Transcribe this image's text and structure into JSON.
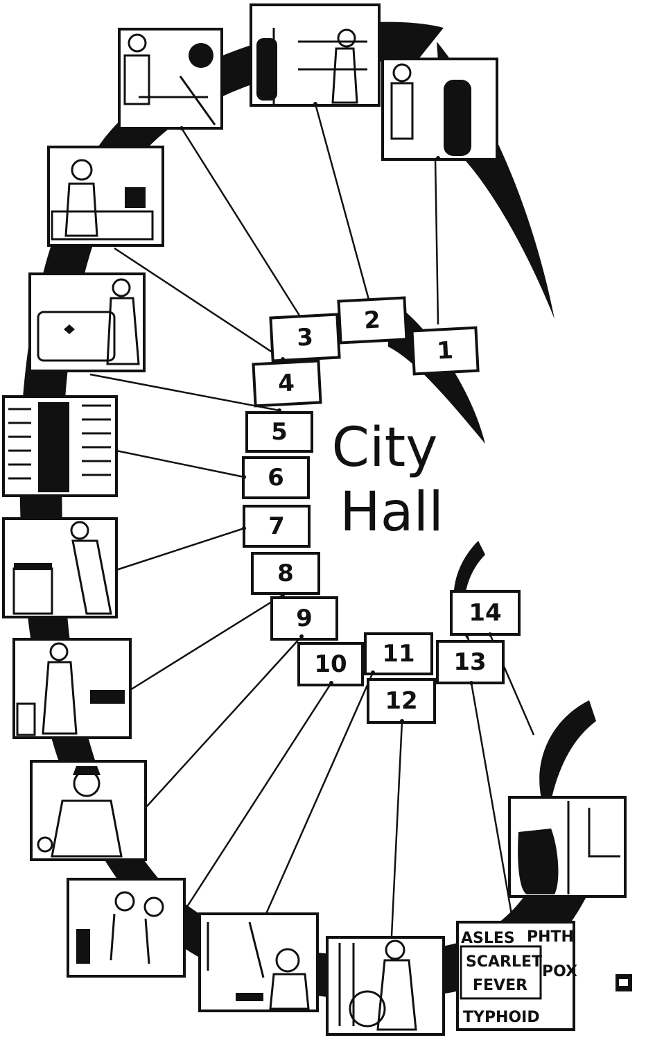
{
  "title": {
    "line1": "City",
    "line2": "Hall"
  },
  "numbers": [
    "1",
    "2",
    "3",
    "4",
    "5",
    "6",
    "7",
    "8",
    "9",
    "10",
    "11",
    "12",
    "13",
    "14"
  ],
  "sign": {
    "line1": "ASLES",
    "line2": "SCARLET",
    "line3": "FEVER",
    "line4": "TYPHOID",
    "side1": "PHTH",
    "side2": "POX"
  }
}
